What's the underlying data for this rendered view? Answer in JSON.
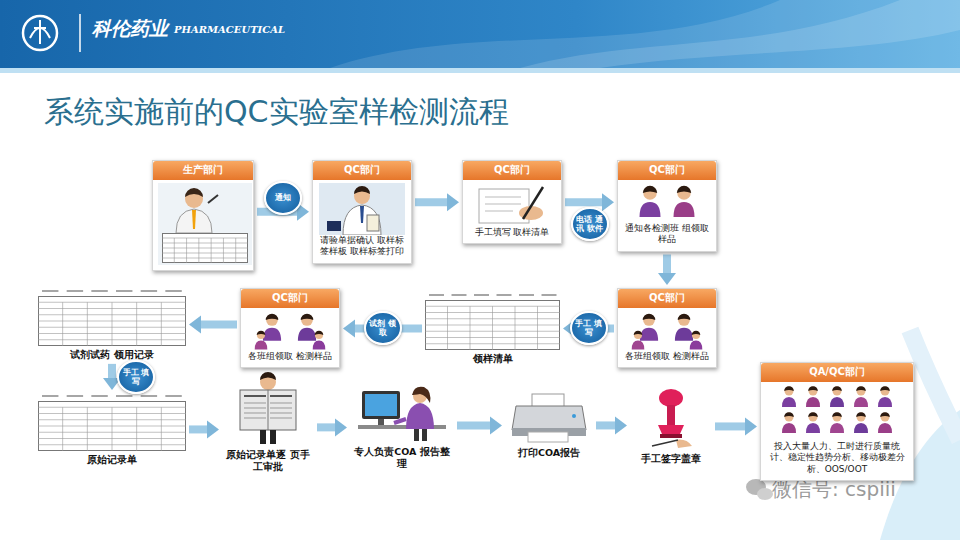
{
  "diagram": {
    "title": "系统实施前的QC实验室样检测流程",
    "nodes": [
      {
        "text": [
          "生产部门"
        ]
      },
      {
        "text": [
          "QC部门",
          "请验单据确认 取样标签样板 取样标签打印"
        ]
      },
      {
        "text": [
          "QC部门",
          "手工填写 取样清单"
        ]
      },
      {
        "text": [
          "QC部门",
          "通知各检测班 组领取样品"
        ]
      },
      {
        "text": [
          "QC部门",
          "各班组领取 检测样品"
        ]
      },
      {
        "text": [
          "领样清单"
        ]
      },
      {
        "text": [
          "QC部门",
          "各班组领取 检测样品"
        ]
      },
      {
        "text": [
          "试剂试药 领用记录"
        ]
      },
      {
        "text": [
          "原始记录单"
        ]
      },
      {
        "text": [
          "原始记录单逐 页手工审批"
        ]
      },
      {
        "text": [
          "专人负责COA 报告整理"
        ]
      },
      {
        "text": [
          "打印COA报告"
        ]
      },
      {
        "text": [
          "手工签字盖章"
        ]
      },
      {
        "text": [
          "QA/QC部门",
          "投入大量人力、工时进行质量统计、稳定性趋势分析、移动极差分析、OOS/OOT"
        ]
      }
    ],
    "edges": [
      {
        "from": 0,
        "to": 1,
        "label": "通知",
        "arrow": "to"
      },
      {
        "from": 1,
        "to": 2,
        "arrow": "to"
      },
      {
        "from": 2,
        "to": 3,
        "label": "电话 通讯 软件",
        "arrow": "to"
      },
      {
        "from": 3,
        "to": 4,
        "arrow": "to"
      },
      {
        "from": 4,
        "to": 5,
        "label": "手工 填写",
        "arrow": "to"
      },
      {
        "from": 5,
        "to": 6,
        "label": "试剂 领取",
        "arrow": "to"
      },
      {
        "from": 6,
        "to": 7,
        "arrow": "to"
      },
      {
        "from": 7,
        "to": 8,
        "label": "手工 填写",
        "arrow": "to"
      },
      {
        "from": 8,
        "to": 9,
        "arrow": "to"
      },
      {
        "from": 9,
        "to": 10,
        "arrow": "to"
      },
      {
        "from": 10,
        "to": 11,
        "arrow": "to"
      },
      {
        "from": 11,
        "to": 12,
        "arrow": "to"
      },
      {
        "from": 12,
        "to": 13,
        "arrow": "to"
      }
    ],
    "labels": [
      "科伦药业",
      "PHARMACEUTICAL",
      "微信号: cspiii"
    ]
  }
}
